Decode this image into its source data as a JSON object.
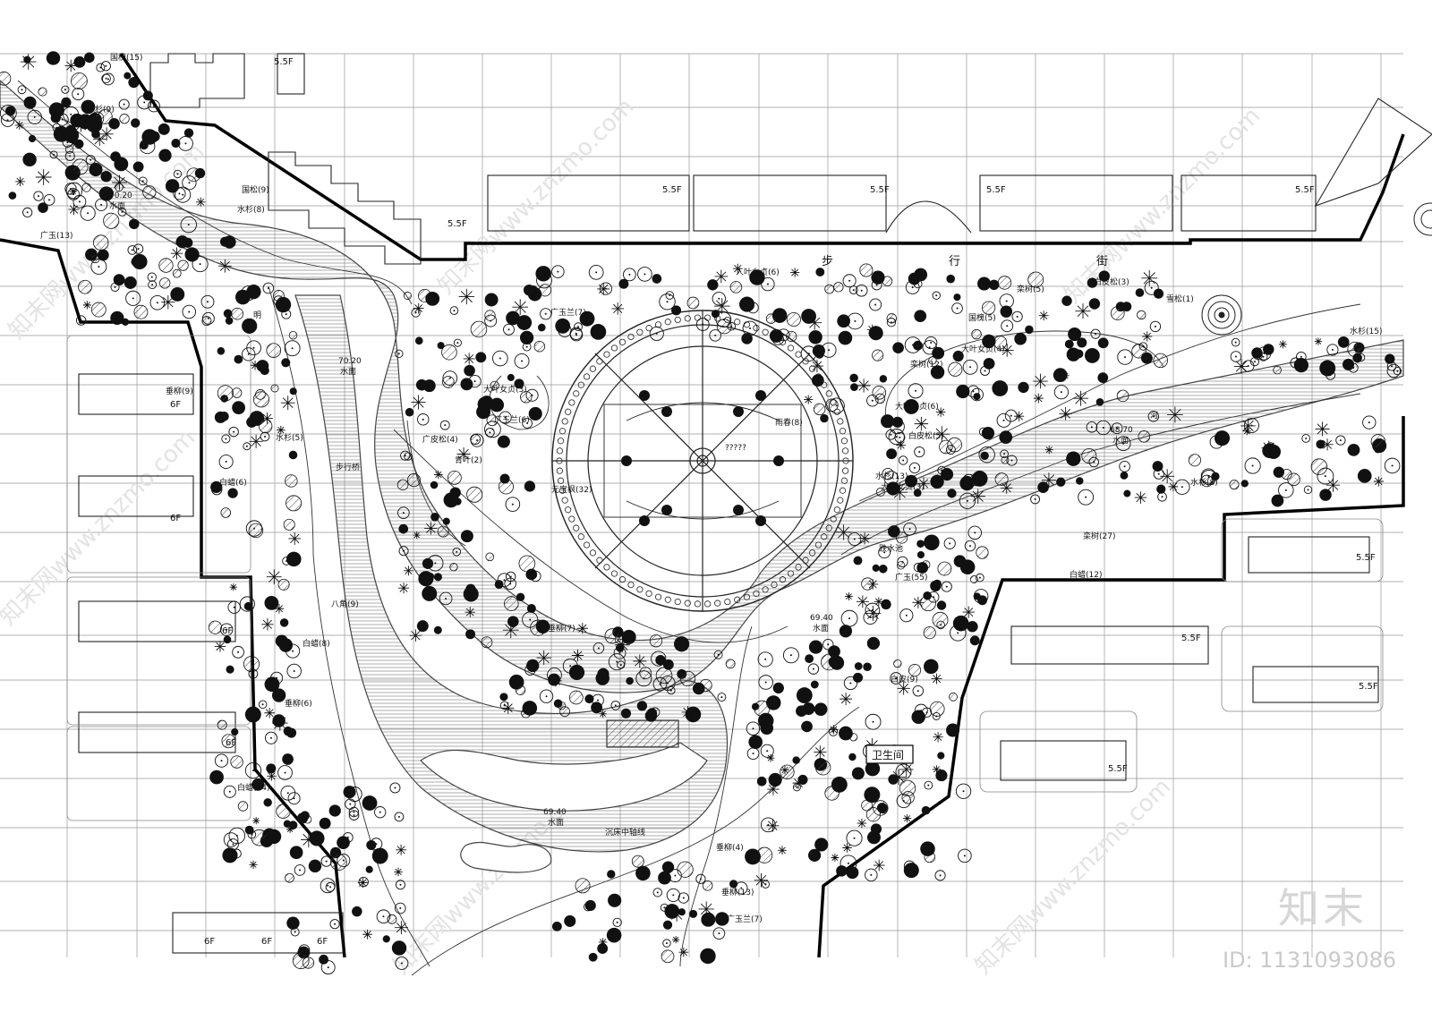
{
  "street": {
    "chars": [
      "步",
      "行",
      "街"
    ]
  },
  "plaza_center": "?????",
  "toilet": "卫生间",
  "floors": {
    "top": [
      "5.5F",
      "5.5F",
      "5.5F",
      "5.5F",
      "5.5F",
      "5.5F"
    ],
    "left": [
      "6F",
      "6F",
      "6F",
      "6F"
    ],
    "bottom_left": [
      "6F",
      "6F",
      "6F"
    ],
    "right": [
      "5.5F",
      "5.5F",
      "5.5F",
      "5.5F"
    ]
  },
  "elevations": {
    "e1": "70.20",
    "e2": "70.20",
    "e3": "68.70",
    "e4": "69.40",
    "e5": "69.40"
  },
  "water_labels": {
    "w1": "水面",
    "w2": "水面",
    "w3": "水面",
    "w4": "水面",
    "w5": "水面"
  },
  "plants": [
    "国槐(15)",
    "水杉(9)",
    "国松(9)",
    "水杉(8)",
    "广玉(13)",
    "垂柳(9)",
    "水杉(5)",
    "白蜡(6)",
    "白蜡(8)",
    "垂柳(6)",
    "白蜡(14)",
    "八角(9)",
    "人叶女贞(6)",
    "广玉兰(7)",
    "大叶女贞(3)",
    "广皮松(4)",
    "广玉兰(6)",
    "青叶(2)",
    "元宝枫(32)",
    "雨春(8)",
    "垂柳(7)",
    "栾树(5)",
    "国槐(5)",
    "白皮松(3)",
    "雪松(1)",
    "大叶女贞(4)",
    "栾树(12)",
    "水杉(15)",
    "大叶女贞(6)",
    "白皮松(5)",
    "水杉(13)",
    "大叶女贞(3)",
    "水杉(8)",
    "栾树(27)",
    "白蜡(12)",
    "广玉(55)",
    "白皮(9)",
    "垂柳(4)",
    "垂柳(13)",
    "广玉兰(7)"
  ],
  "misc": {
    "trail": "步行桥",
    "waterfall": "跌水池",
    "axis": "沉床中轴线",
    "stream": "河",
    "pool": "明"
  },
  "watermark": {
    "logo": "知末",
    "id": "ID: 1131093086",
    "diag": "知末网www.znzmo.com"
  }
}
